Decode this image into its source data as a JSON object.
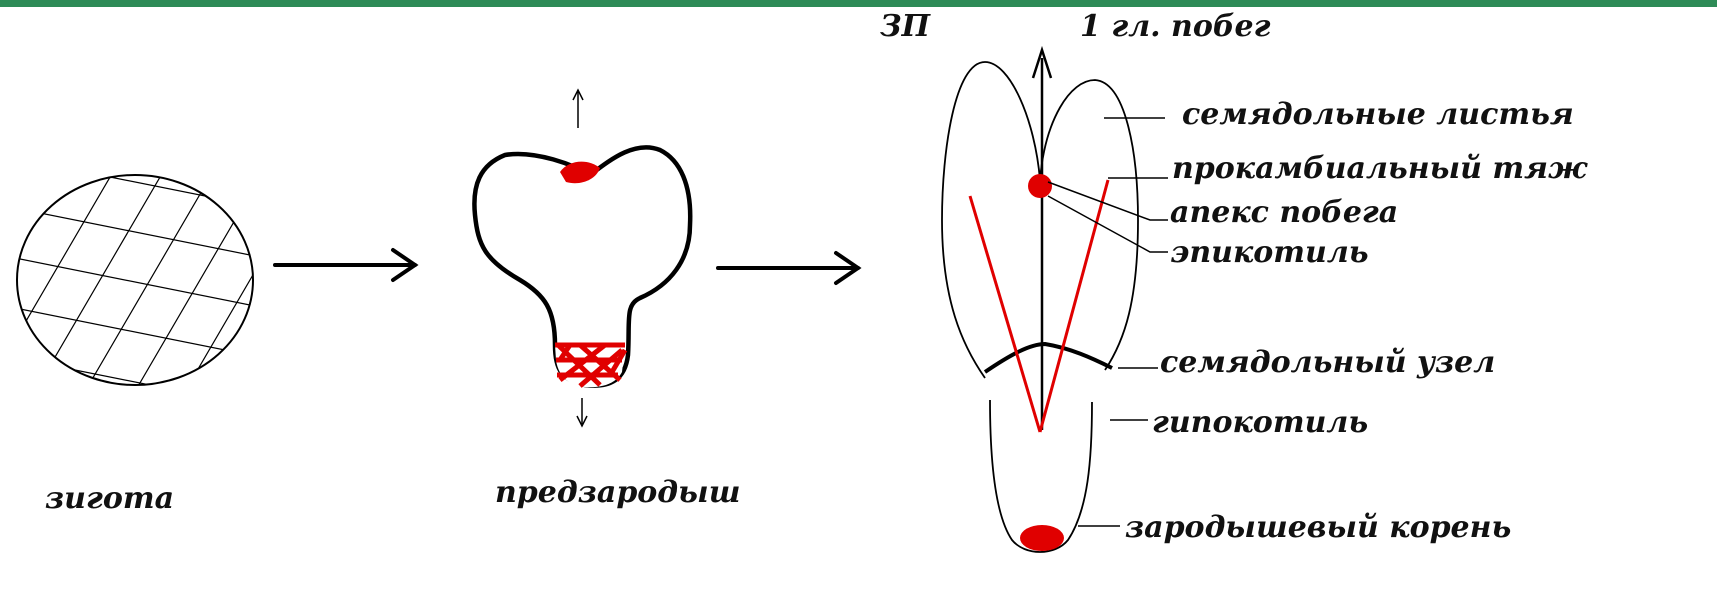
{
  "colors": {
    "frame": "#2e8b57",
    "line": "#000000",
    "accent": "#e00000"
  },
  "stages": {
    "zygote": "зигота",
    "proembryo": "предзародыш"
  },
  "embryo_top": {
    "zp": "ЗП",
    "main_shoot": "1 гл. побег"
  },
  "embryo_parts": {
    "cotyledons": "семядольные листья",
    "procambial": "прокамбиальный тяж",
    "shoot_apex": "апекс побега",
    "epicotyl": "эпикотиль",
    "cotyledon_node": "семядольный узел",
    "hypocotyl": "гипокотиль",
    "radicle": "зародышевый корень"
  }
}
